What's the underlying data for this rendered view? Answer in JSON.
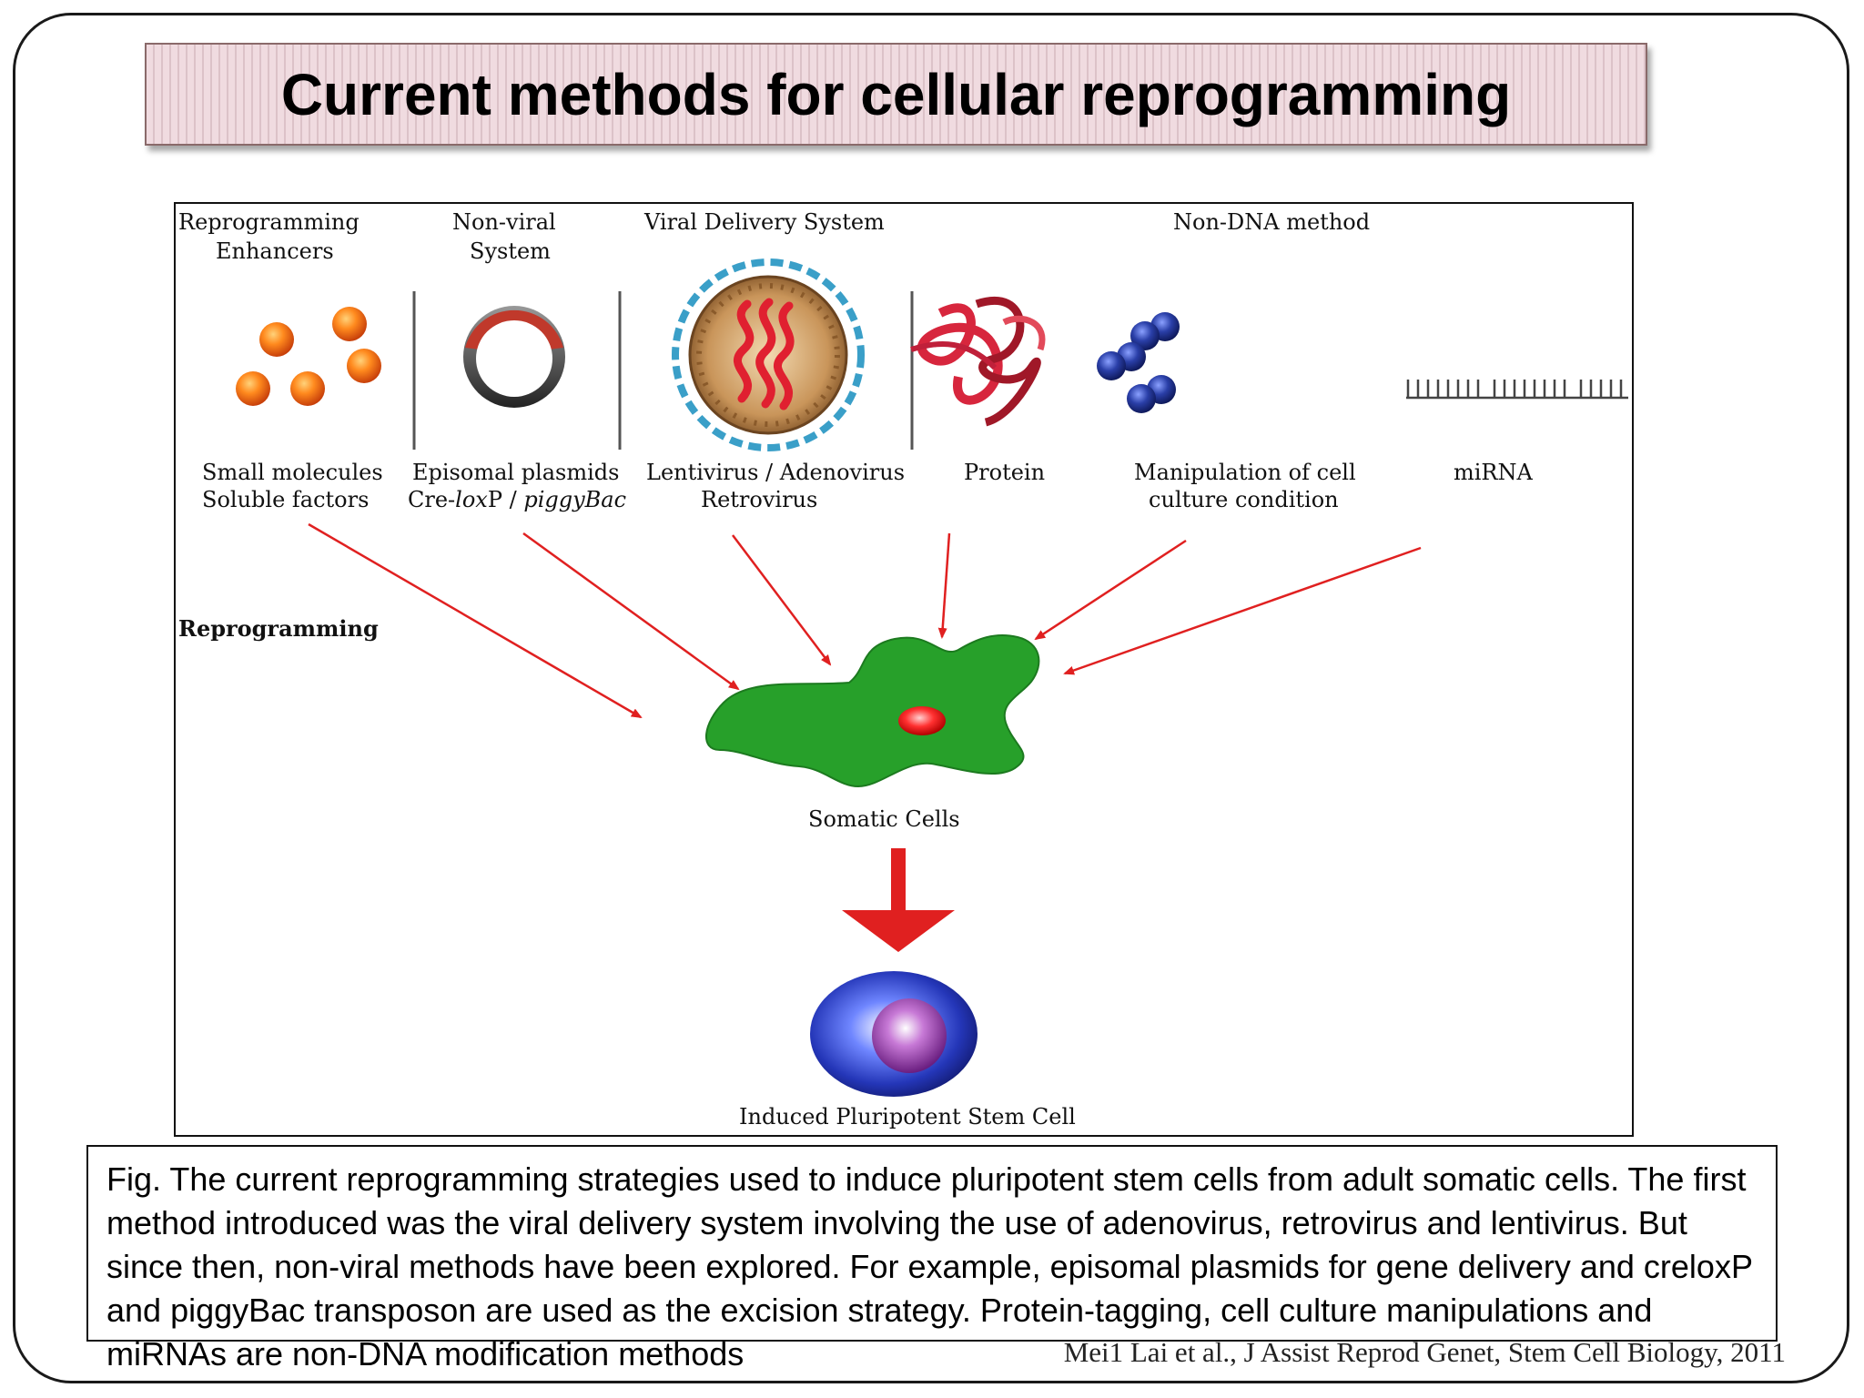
{
  "slide": {
    "title": "Current methods for cellular reprogramming",
    "caption": "Fig.  The current reprogramming strategies used to induce pluripotent stem cells from adult somatic cells. The first method introduced was the viral delivery system involving the use of adenovirus, retrovirus and lentivirus. But since then, non-viral methods have been explored. For example, episomal plasmids for gene delivery and creloxP and piggyBac transposon are used as the excision strategy. Protein-tagging, cell culture manipulations and miRNAs are non-DNA modification methods",
    "citation": "Mei1 Lai et al., J Assist Reprod Genet, Stem Cell Biology, 2011"
  },
  "diagram": {
    "categories": {
      "enhancers_line1": "Reprogramming",
      "enhancers_line2": "Enhancers",
      "nonviral_line1": "Non-viral",
      "nonviral_line2": "System",
      "viral": "Viral Delivery System",
      "nondna": "Non-DNA method"
    },
    "items": {
      "small_molecules_line1": "Small molecules",
      "small_molecules_line2": "Soluble factors",
      "episomal_line1": "Episomal plasmids",
      "episomal_line2_prefix": "Cre-",
      "episomal_line2_italic1": "lox",
      "episomal_line2_mid": "P / ",
      "episomal_line2_italic2": "piggyBac",
      "lentivirus_line1": "Lentivirus / Adenovirus",
      "lentivirus_line2": "Retrovirus",
      "protein": "Protein",
      "culture_line1": "Manipulation of cell",
      "culture_line2": "culture condition",
      "mirna": "miRNA"
    },
    "process_label": "Reprogramming",
    "somatic_label": "Somatic Cells",
    "ipsc_label": "Induced Pluripotent Stem Cell"
  }
}
